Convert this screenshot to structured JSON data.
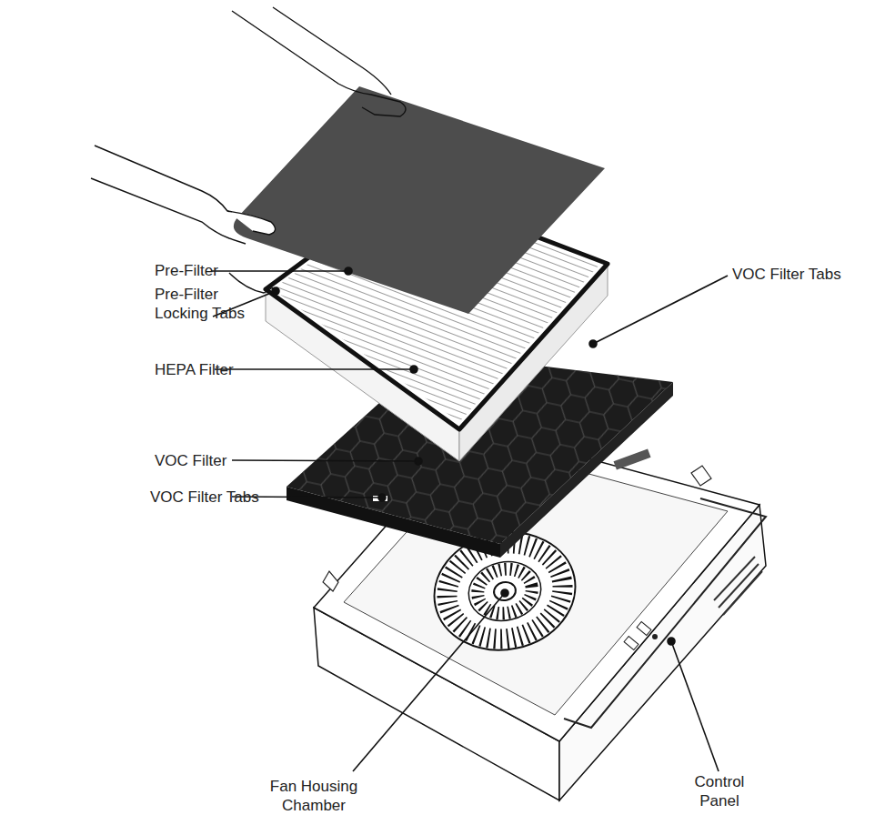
{
  "diagram": {
    "labels": [
      "Pre-Filter",
      "Pre-Filter Locking Tabs",
      "HEPA Filter",
      "VOC Filter",
      "VOC Filter Tabs",
      "VOC Filter Tabs",
      "Fan Housing Chamber",
      "Control Panel"
    ]
  }
}
